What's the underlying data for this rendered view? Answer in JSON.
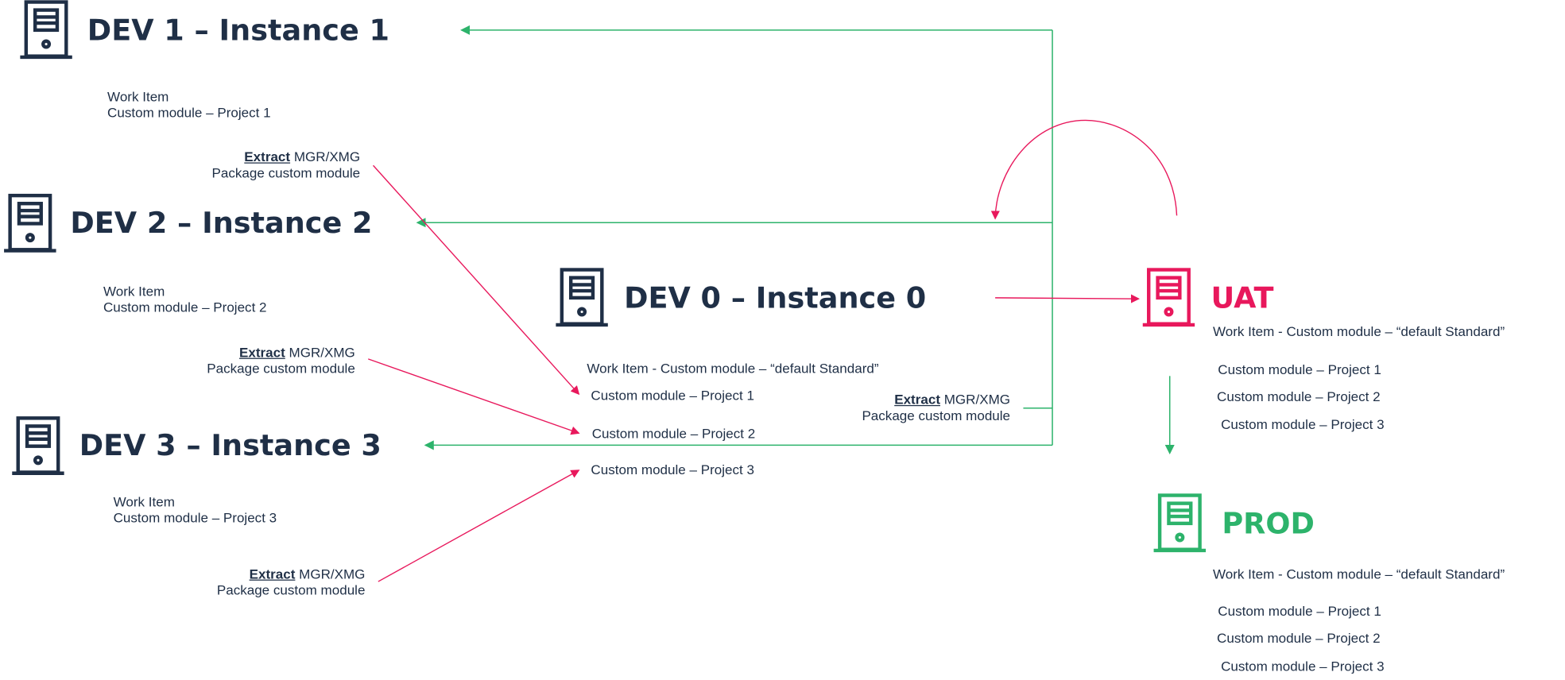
{
  "colors": {
    "navy": "#1f2f46",
    "pink": "#e8185c",
    "green": "#2db36b"
  },
  "nodes": {
    "dev1": {
      "title": "DEV 1 – Instance 1",
      "work_item": "Work Item",
      "module": "Custom module – Project 1",
      "extract": "Extract",
      "extract_rest": " MGR/XMG",
      "package": "Package custom module",
      "icon": "server-icon"
    },
    "dev2": {
      "title": "DEV 2 – Instance 2",
      "work_item": "Work Item",
      "module": "Custom module – Project 2",
      "extract": "Extract",
      "extract_rest": " MGR/XMG",
      "package": "Package custom module",
      "icon": "server-icon"
    },
    "dev3": {
      "title": "DEV 3 – Instance 3",
      "work_item": "Work Item",
      "module": "Custom module – Project 3",
      "extract": "Extract",
      "extract_rest": " MGR/XMG",
      "package": "Package custom module",
      "icon": "server-icon"
    },
    "dev0": {
      "title": "DEV 0 – Instance 0",
      "work_item": "Work Item - Custom module – “default Standard”",
      "modules": [
        "Custom module – Project 1",
        "Custom module – Project 2",
        "Custom module – Project 3"
      ],
      "extract": "Extract",
      "extract_rest": " MGR/XMG",
      "package": "Package custom module",
      "icon": "server-icon"
    },
    "uat": {
      "title": "UAT",
      "work_item": "Work Item - Custom module – “default Standard”",
      "modules": [
        "Custom module – Project 1",
        "Custom module – Project 2",
        "Custom module – Project 3"
      ],
      "icon": "server-icon"
    },
    "prod": {
      "title": "PROD",
      "work_item": "Work Item - Custom module – “default Standard”",
      "modules": [
        "Custom module – Project 1",
        "Custom module – Project 2",
        "Custom module – Project 3"
      ],
      "icon": "server-icon"
    }
  }
}
